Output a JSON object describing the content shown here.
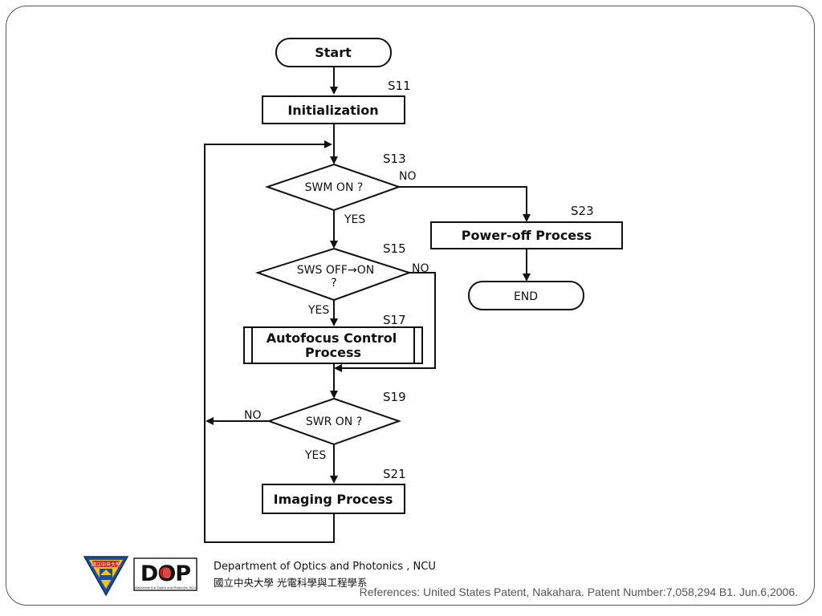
{
  "flowchart": {
    "nodes": {
      "start": "Start",
      "init": "Initialization",
      "swm": "SWM ON ?",
      "sws_line1": "SWS OFF→ON",
      "sws_line2": "?",
      "af_line1": "Autofocus Control",
      "af_line2": "Process",
      "swr": "SWR ON ?",
      "imaging": "Imaging Process",
      "poweroff": "Power-off Process",
      "end": "END"
    },
    "steps": {
      "s11": "S11",
      "s13": "S13",
      "s15": "S15",
      "s17": "S17",
      "s19": "S19",
      "s21": "S21",
      "s23": "S23"
    },
    "branches": {
      "swm_no": "NO",
      "swm_yes": "YES",
      "sws_no": "NO",
      "sws_yes": "YES",
      "swr_no": "NO",
      "swr_yes": "YES"
    }
  },
  "footer": {
    "dept_en": "Department of Optics and Photonics , NCU",
    "dept_zh": "國立中央大學 光電科學與工程學系",
    "references": "References: United States Patent, Nakahara. Patent Number:7,058,294 B1. Jun.6,2006.",
    "logo_dop": "DOP",
    "logo_dop_caption": "Department of Optics and Photonics, NCU",
    "seal_text": "國立中央大學"
  }
}
